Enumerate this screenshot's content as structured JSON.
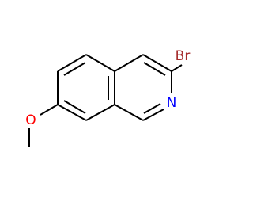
{
  "molecule": {
    "atoms": {
      "bromine": {
        "label": "Br",
        "color": "#a52a2a"
      },
      "nitrogen": {
        "label": "N",
        "color": "#0000ff"
      },
      "oxygen": {
        "label": "O",
        "color": "#ff0000"
      }
    },
    "bond_color": "#000000"
  }
}
